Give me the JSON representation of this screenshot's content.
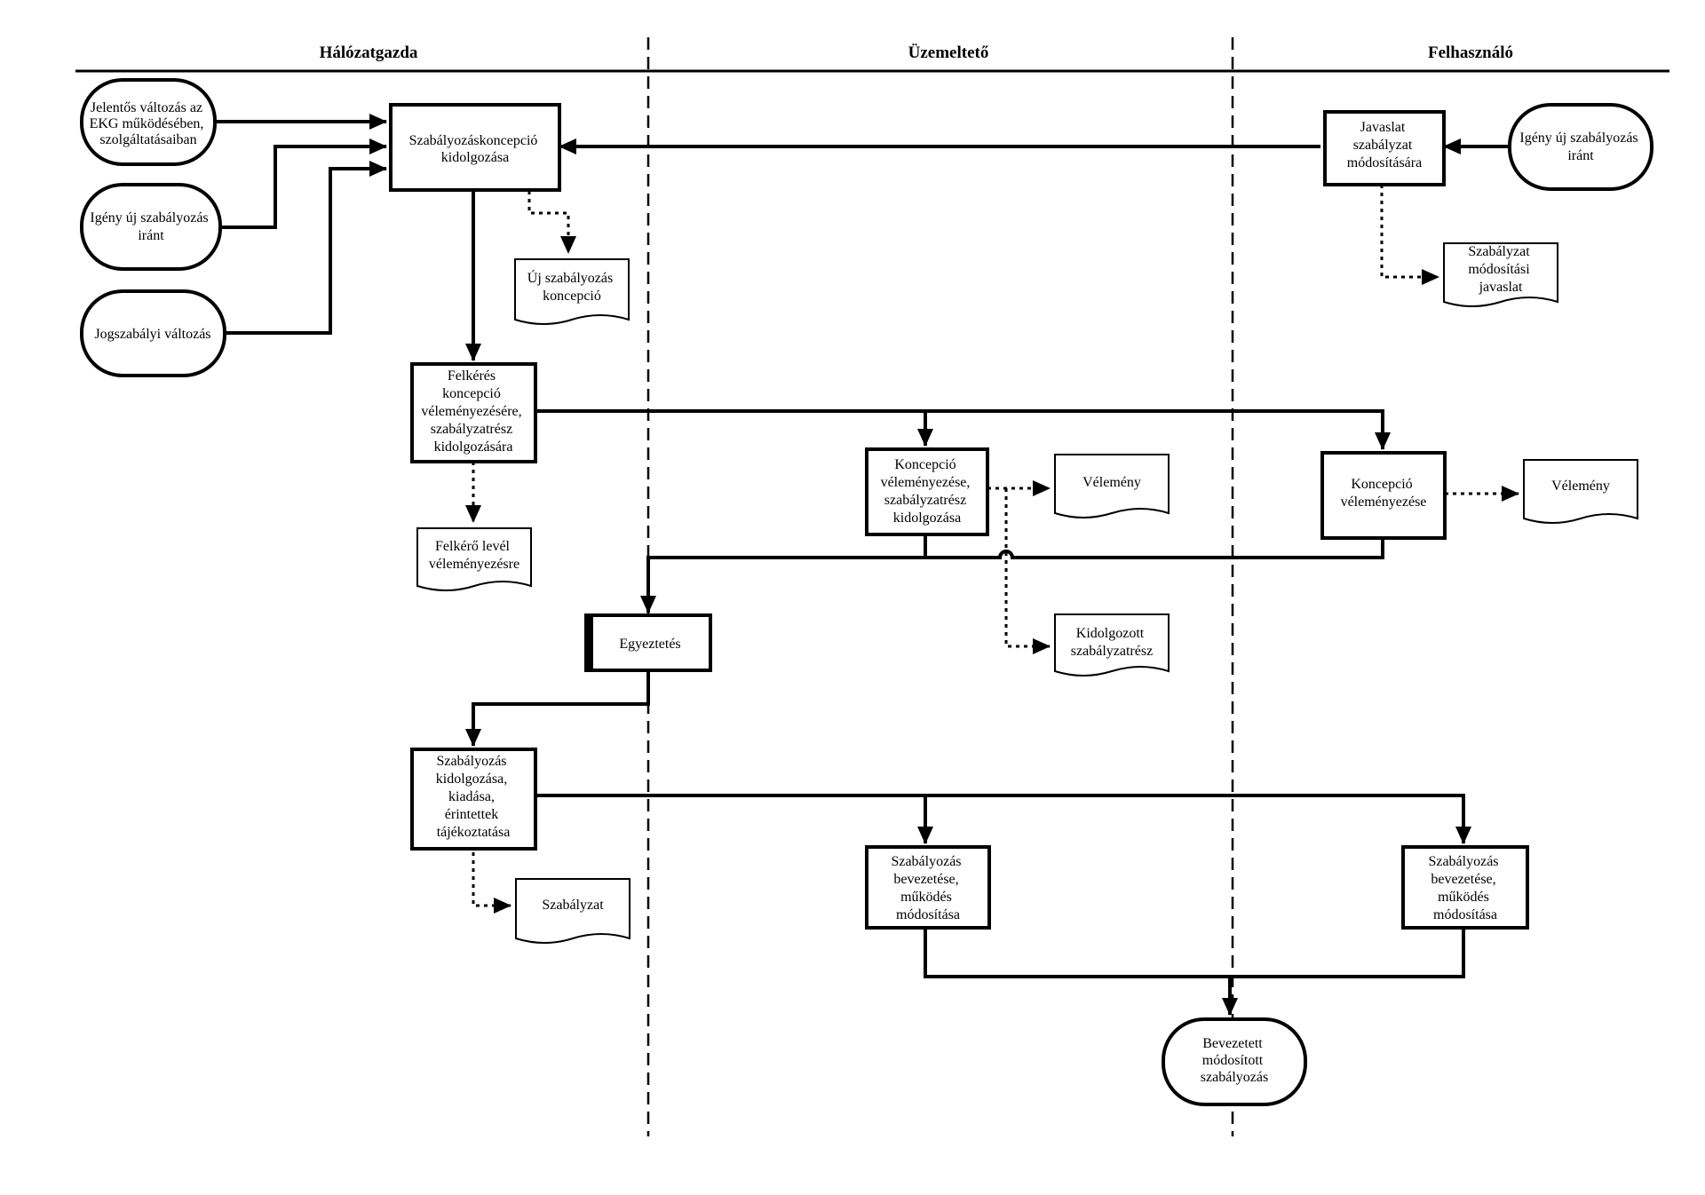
{
  "lanes": [
    "Hálózatgazda",
    "Üzemeltető",
    "Felhasználó"
  ],
  "nodes": {
    "input_ekg": [
      "Jelentős változás az",
      "EKG működésében,",
      "szolgáltatásaiban"
    ],
    "input_igeny_left": [
      "Igény új szabályozás",
      "iránt"
    ],
    "input_jog": [
      "Jogszabályi változás"
    ],
    "concept": [
      "Szabályozáskoncepció",
      "kidolgozása"
    ],
    "doc_uj_koncepcio": [
      "Új szabályozás",
      "koncepció"
    ],
    "javaslat": [
      "Javaslat",
      "szabályzat",
      "módosítására"
    ],
    "input_igeny_right": [
      "Igény új szabályozás",
      "iránt"
    ],
    "doc_modositasi_javaslat": [
      "Szabályzat",
      "módosítási",
      "javaslat"
    ],
    "felkeres": [
      "Felkérés",
      "koncepció",
      "véleményezésére,",
      "szabályzatrész",
      "kidolgozására"
    ],
    "doc_felkero_level": [
      "Felkérő levél",
      "véleményezésre"
    ],
    "velemenyezes_mid": [
      "Koncepció",
      "véleményezése,",
      "szabályzatrész",
      "kidolgozása"
    ],
    "doc_velemeny_mid": [
      "Vélemény"
    ],
    "doc_kidolgozott": [
      "Kidolgozott",
      "szabályzatrész"
    ],
    "velemenyezes_right": [
      "Koncepció",
      "véleményezése"
    ],
    "doc_velemeny_right": [
      "Vélemény"
    ],
    "egyeztetes": [
      "Egyeztetés"
    ],
    "szabalyozas": [
      "Szabályozás",
      "kidolgozása,",
      "kiadása,",
      "érintettek",
      "tájékoztatása"
    ],
    "doc_szabalyzat": [
      "Szabályzat"
    ],
    "bevezetes_mid": [
      "Szabályozás",
      "bevezetése,",
      "működés",
      "módosítása"
    ],
    "bevezetes_right": [
      "Szabályozás",
      "bevezetése,",
      "működés",
      "módosítása"
    ],
    "result": [
      "Bevezetett",
      "módosított",
      "szabályozás"
    ]
  }
}
